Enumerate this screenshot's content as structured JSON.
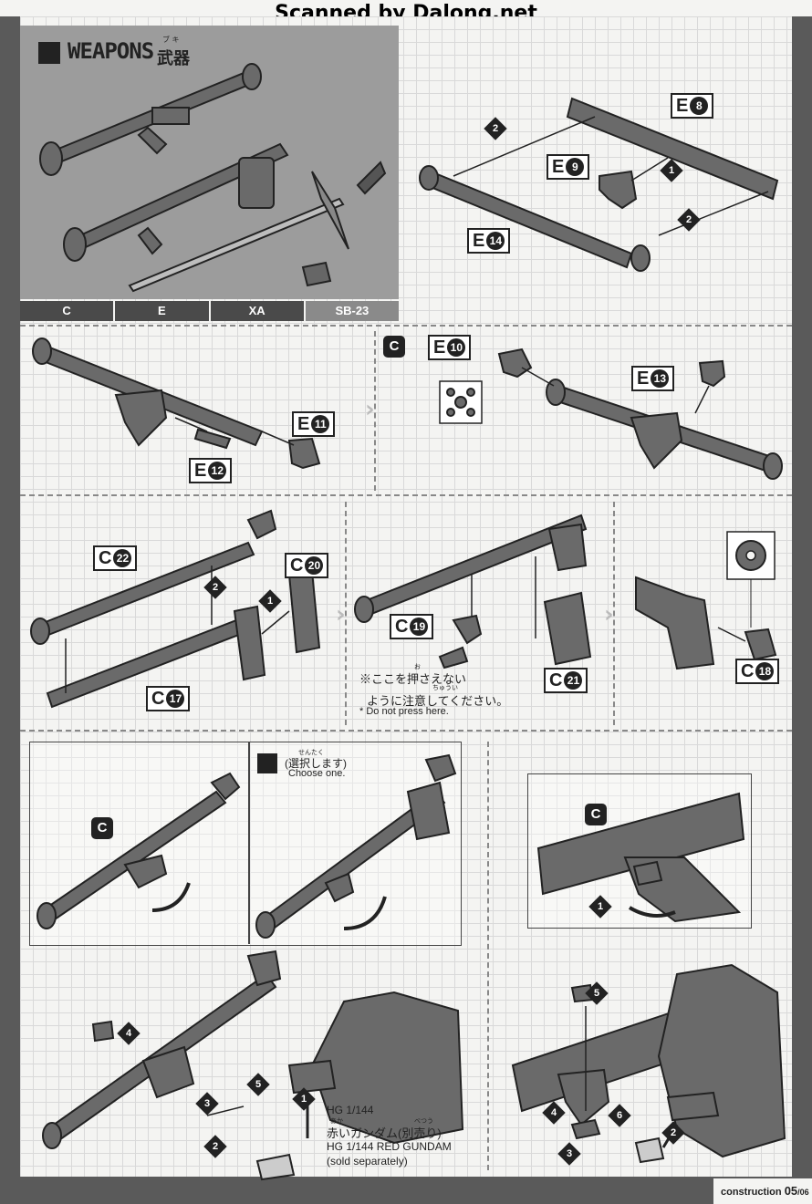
{
  "scan_credit": "Scanned by Dalong.net",
  "header": {
    "title_en": "WEAPONS",
    "title_ja": "武器",
    "title_ruby": "ブ キ",
    "runners": [
      "C",
      "E",
      "XA",
      "SB-23"
    ]
  },
  "step1": {
    "labels": [
      "E",
      "E",
      "E"
    ],
    "numbers": [
      "8",
      "9",
      "14"
    ],
    "steps": [
      "2",
      "1",
      "2"
    ]
  },
  "step2": {
    "labels": [
      "E",
      "E"
    ],
    "numbers": [
      "11",
      "12"
    ]
  },
  "step3": {
    "badge": "C",
    "labels": [
      "E",
      "E"
    ],
    "numbers": [
      "10",
      "13"
    ]
  },
  "step4": {
    "labels": [
      "C",
      "C",
      "C"
    ],
    "numbers": [
      "22",
      "20",
      "17"
    ],
    "steps": [
      "2",
      "1"
    ]
  },
  "step5": {
    "labels": [
      "C",
      "C"
    ],
    "numbers": [
      "19",
      "21"
    ],
    "note_ja_1": "※ここを押さえない",
    "note_ja_ruby_1": "お",
    "note_ja_2": "ように注意してください。",
    "note_ja_ruby_2": "ちゅうい",
    "note_en": "* Do not press here."
  },
  "step6": {
    "labels": [
      "C"
    ],
    "numbers": [
      "18"
    ]
  },
  "choose": {
    "badge": "C",
    "ja": "(選択します)",
    "ruby": "せんたく",
    "en": "Choose one."
  },
  "assembly_left": {
    "steps": [
      "4",
      "3",
      "5",
      "2",
      "1"
    ],
    "product_line1": "HG 1/144",
    "product_line2_ja": "赤いガンダム(別売り)",
    "ruby_aka": "あか",
    "ruby_betsu": "べつう",
    "product_line3": "HG 1/144 RED GUNDAM",
    "product_line4": "(sold separately)"
  },
  "assembly_right": {
    "badge": "C",
    "steps": [
      "1",
      "5",
      "4",
      "6",
      "2",
      "3"
    ]
  },
  "footer": {
    "label": "construction",
    "page": "05",
    "total": "/06"
  }
}
